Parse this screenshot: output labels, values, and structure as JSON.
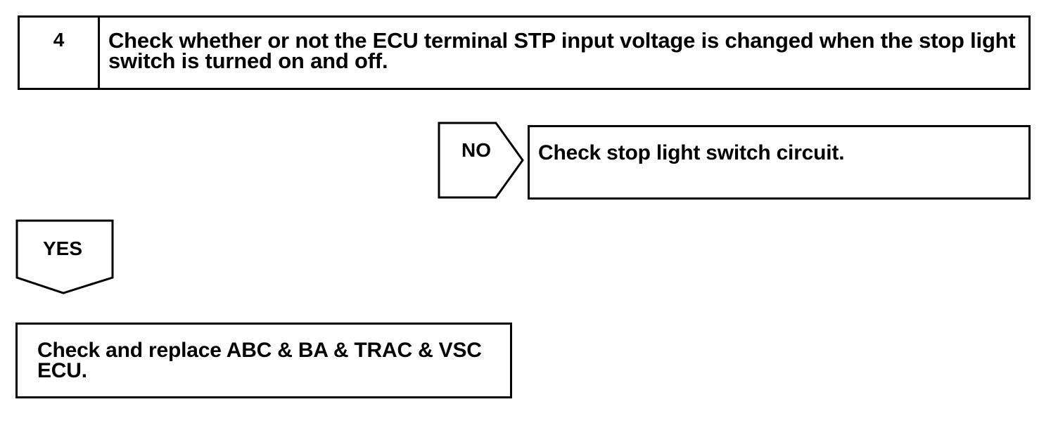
{
  "step": {
    "number": "4",
    "text": "Check whether or not the ECU terminal STP input voltage is changed when the stop light switch is turned on and off."
  },
  "no_branch": {
    "label": "NO",
    "action": "Check stop light switch circuit."
  },
  "yes_branch": {
    "label": "YES"
  },
  "result": {
    "action": "Check and replace ABC & BA & TRAC & VSC ECU."
  }
}
